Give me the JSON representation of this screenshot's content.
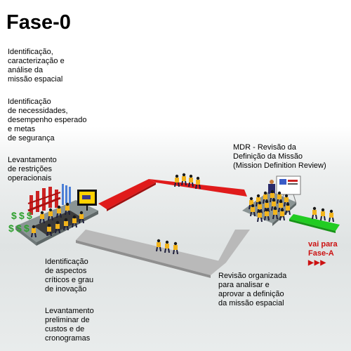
{
  "title": "Fase-0",
  "blocks": {
    "mission_id": "Identificação,\ncaracterização e\nanálise da\nmissão espacial",
    "needs_id": "Identificação\nde necessidades,\ndesempenho esperado\ne metas\nde segurança",
    "constraints": "Levantamento\nde restrições\noperacionais",
    "critical": "Identificação\nde aspectos\ncríticos e grau\nde inovação",
    "costs": "Levantamento\npreliminar de\ncustos e de\ncronogramas",
    "mdr": "MDR - Revisão da\nDefinição da Missão\n(Mission Definition Review)",
    "review": "Revisão organizada\npara analisar e\naprovar a definição\nda missão espacial"
  },
  "next_phase": {
    "label": "vai para\nFase-A",
    "arrows": "▶▶▶"
  },
  "icons": {
    "dollar": "$"
  },
  "colors": {
    "red_path": "#e01b1b",
    "green_path": "#22cc22",
    "gray_path": "#b9b9b9",
    "platform": "#8a9494",
    "worker_shirt": "#f2b41c",
    "worker_body": "#1d1d3a",
    "dollar": "#2fa02f",
    "next_text": "#cc1111"
  }
}
